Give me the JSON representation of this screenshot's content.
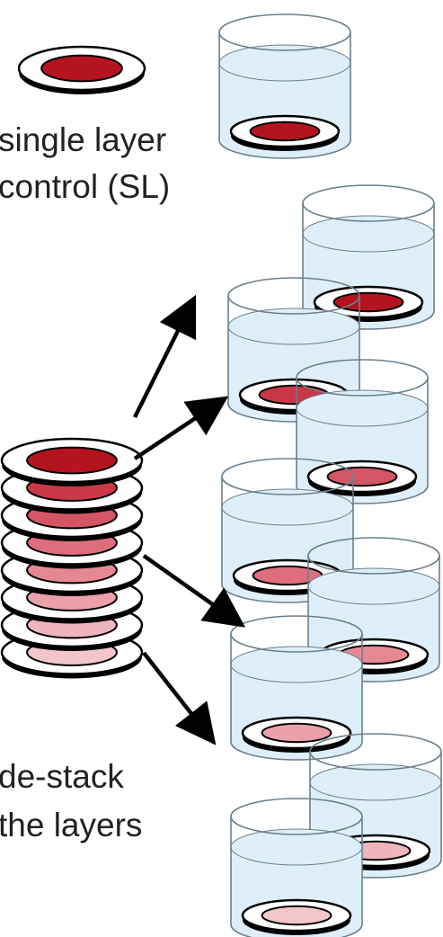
{
  "labels": {
    "sl_line1": "single layer",
    "sl_line2": "control (SL)",
    "ds_line1": "de-stack",
    "ds_line2": "the layers"
  },
  "colors": {
    "culture_dark": "#b5131f",
    "layer_shades": [
      "#c93846",
      "#d45566",
      "#de6e7d",
      "#e58894",
      "#eaa1aa",
      "#efb5bc",
      "#f3c6cc"
    ],
    "liquid": "#dfeff9",
    "ring_fill": "#ffffff",
    "stroke": "#000000",
    "cup_edge": "#6b7f8c"
  },
  "icons": {
    "stack": "stacked-culture-layers-icon",
    "cup": "well-cup-icon",
    "arrow": "arrow-icon"
  }
}
